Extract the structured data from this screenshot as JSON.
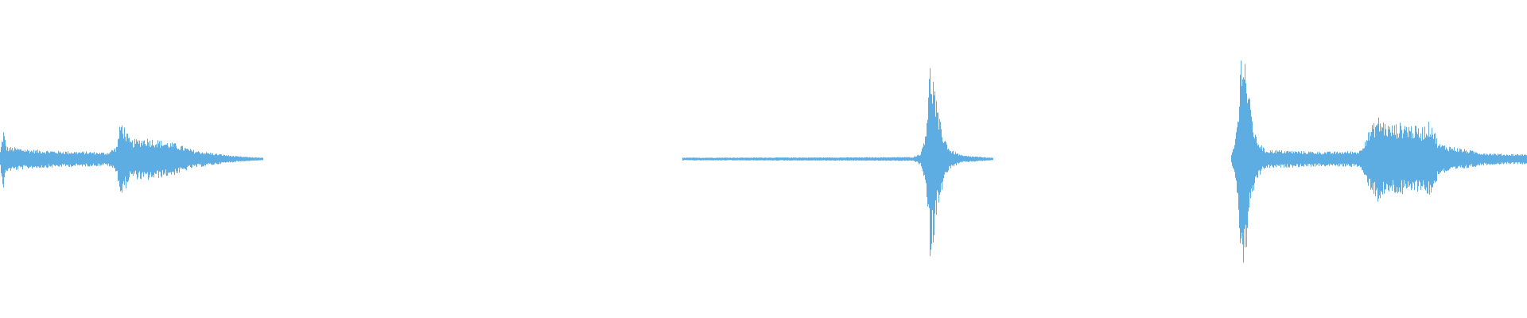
{
  "waveform": {
    "color": "#5dade2",
    "background": "#ffffff",
    "time_span": [
      0,
      1
    ],
    "amplitude_range": [
      -1,
      1
    ],
    "segments": [
      {
        "name": "segment-1",
        "start": 0.0,
        "end": 0.172,
        "envelope": [
          [
            0.0,
            0.05
          ],
          [
            0.002,
            0.2
          ],
          [
            0.004,
            0.08
          ],
          [
            0.02,
            0.06
          ],
          [
            0.04,
            0.05
          ],
          [
            0.06,
            0.045
          ],
          [
            0.07,
            0.04
          ],
          [
            0.076,
            0.08
          ],
          [
            0.079,
            0.26
          ],
          [
            0.081,
            0.22
          ],
          [
            0.085,
            0.12
          ],
          [
            0.095,
            0.14
          ],
          [
            0.105,
            0.12
          ],
          [
            0.115,
            0.1
          ],
          [
            0.125,
            0.06
          ],
          [
            0.14,
            0.035
          ],
          [
            0.155,
            0.015
          ],
          [
            0.172,
            0.005
          ]
        ]
      },
      {
        "name": "segment-2",
        "start": 0.447,
        "end": 0.65,
        "envelope": [
          [
            0.447,
            0.006
          ],
          [
            0.5,
            0.007
          ],
          [
            0.56,
            0.008
          ],
          [
            0.598,
            0.01
          ],
          [
            0.603,
            0.04
          ],
          [
            0.606,
            0.2
          ],
          [
            0.609,
            0.65
          ],
          [
            0.611,
            0.55
          ],
          [
            0.614,
            0.3
          ],
          [
            0.618,
            0.15
          ],
          [
            0.622,
            0.06
          ],
          [
            0.63,
            0.02
          ],
          [
            0.65,
            0.005
          ]
        ]
      },
      {
        "name": "segment-3",
        "start": 0.806,
        "end": 1.0,
        "envelope": [
          [
            0.806,
            0.02
          ],
          [
            0.808,
            0.08
          ],
          [
            0.811,
            0.35
          ],
          [
            0.813,
            0.85
          ],
          [
            0.815,
            0.7
          ],
          [
            0.818,
            0.4
          ],
          [
            0.822,
            0.15
          ],
          [
            0.828,
            0.06
          ],
          [
            0.85,
            0.05
          ],
          [
            0.87,
            0.045
          ],
          [
            0.89,
            0.05
          ],
          [
            0.895,
            0.16
          ],
          [
            0.902,
            0.28
          ],
          [
            0.91,
            0.22
          ],
          [
            0.92,
            0.24
          ],
          [
            0.93,
            0.2
          ],
          [
            0.937,
            0.25
          ],
          [
            0.942,
            0.1
          ],
          [
            0.955,
            0.07
          ],
          [
            0.97,
            0.04
          ],
          [
            0.985,
            0.03
          ],
          [
            1.0,
            0.03
          ]
        ]
      }
    ]
  }
}
